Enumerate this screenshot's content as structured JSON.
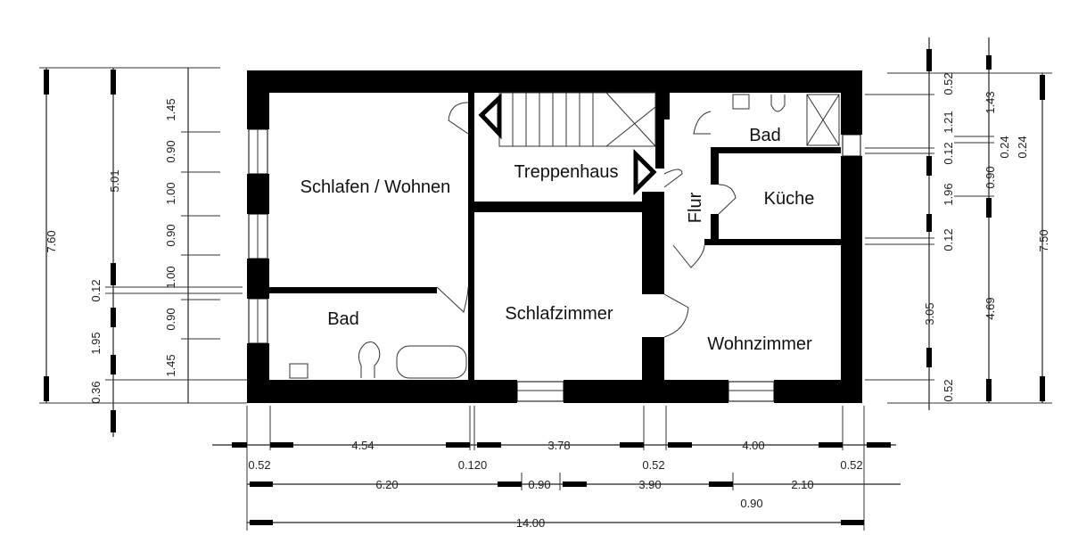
{
  "rooms": {
    "schlafen_wohnen": "Schlafen / Wohnen",
    "treppenhaus": "Treppenhaus",
    "bad_upper": "Bad",
    "kueche": "Küche",
    "flur": "Flur",
    "bad_lower": "Bad",
    "schlafzimmer": "Schlafzimmer",
    "wohnzimmer": "Wohnzimmer"
  },
  "dimensions": {
    "left_outer": [
      "7.60"
    ],
    "left_middle": [
      "5.01",
      "0.12",
      "1.95",
      "0.36"
    ],
    "left_inner": [
      "1.45",
      "0.90",
      "1.00",
      "0.90",
      "1.00",
      "0.90",
      "1.45"
    ],
    "right_inner": [
      "0.52",
      "1.21",
      "0.12",
      "1.96",
      "0.12",
      "3.05",
      "0.52"
    ],
    "right_middle": [
      "1.43",
      "0.24",
      "0.24",
      "0.90",
      "4.69"
    ],
    "right_outer": [
      "7.50"
    ],
    "bottom_row1": [
      "4.54",
      "3.78",
      "4.00"
    ],
    "bottom_row1_sub": [
      "0.52",
      "0.120",
      "0.52",
      "0.52"
    ],
    "bottom_row2": [
      "6.20",
      "0.90",
      "3.90",
      "2.10"
    ],
    "bottom_row2_sub": [
      "0.90"
    ],
    "bottom_total": [
      "14.00"
    ]
  }
}
